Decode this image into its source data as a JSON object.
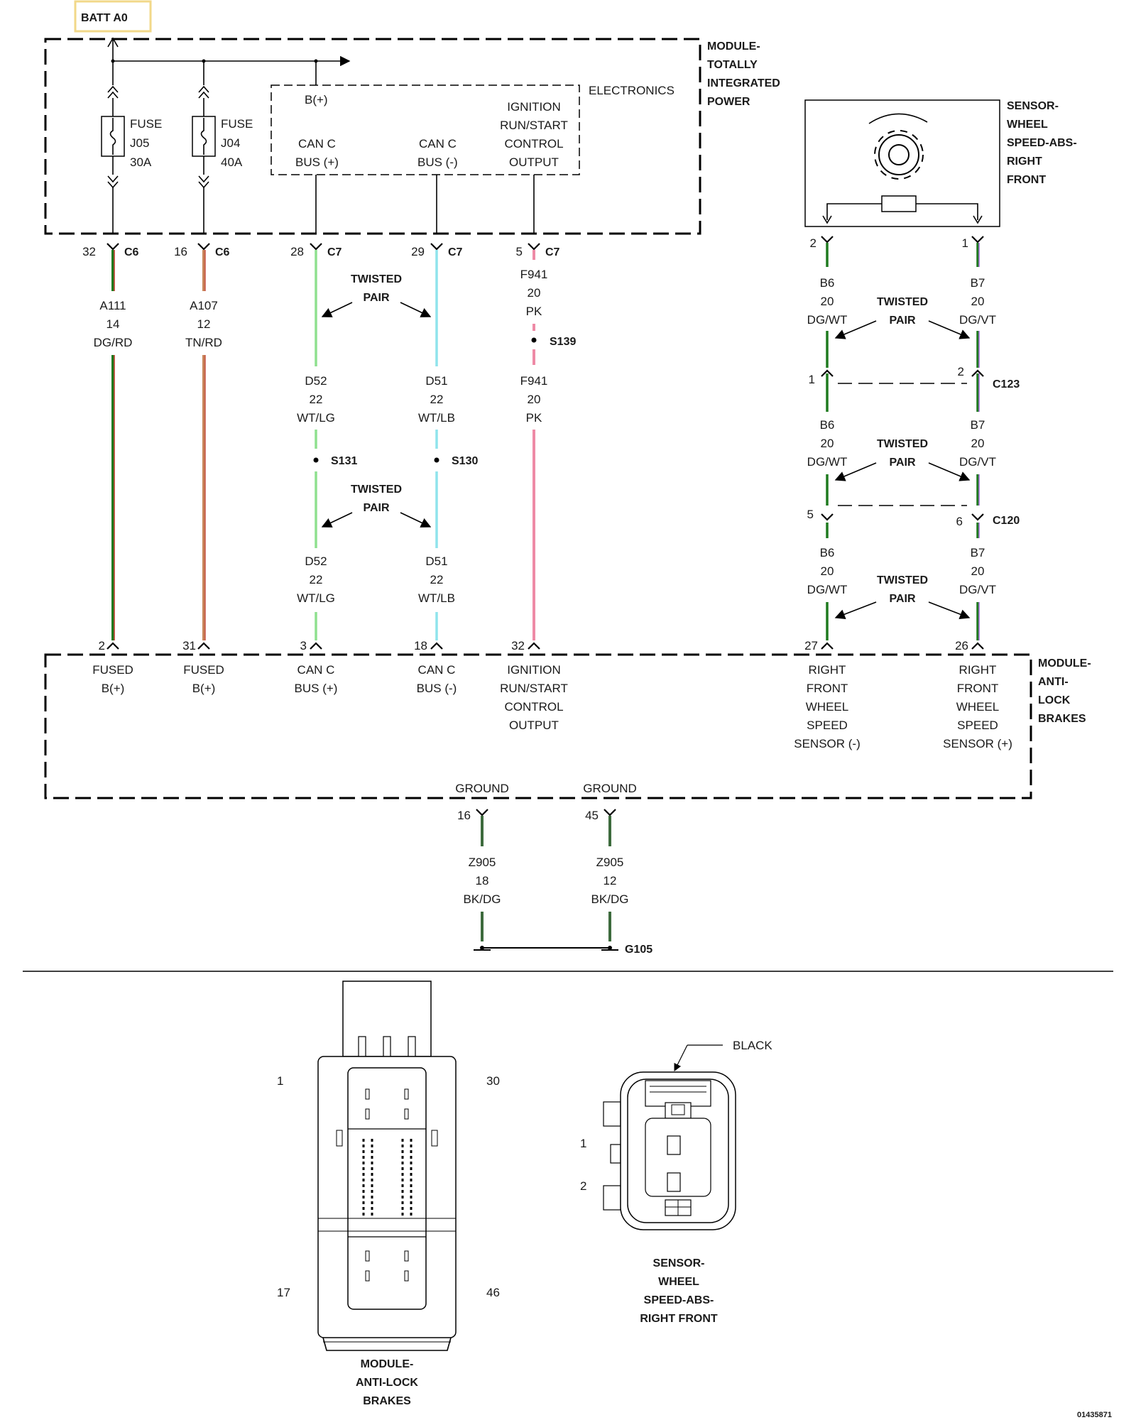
{
  "batt_label": "BATT A0",
  "tipm": {
    "title": [
      "MODULE-",
      "TOTALLY",
      "INTEGRATED",
      "POWER"
    ],
    "electronics": "ELECTRONICS",
    "bplus": "B(+)",
    "ign": [
      "IGNITION",
      "RUN/START",
      "CONTROL",
      "OUTPUT"
    ],
    "canp": [
      "CAN C",
      "BUS (+)"
    ],
    "canm": [
      "CAN C",
      "BUS (-)"
    ],
    "fuse1": [
      "FUSE",
      "J05",
      "30A"
    ],
    "fuse2": [
      "FUSE",
      "J04",
      "40A"
    ]
  },
  "sensor_box_title": [
    "SENSOR-",
    "WHEEL",
    "SPEED-ABS-",
    "RIGHT",
    "FRONT"
  ],
  "connectors": {
    "c6": "C6",
    "c7": "C7",
    "c123": "C123",
    "c120": "C120",
    "s139": "S139",
    "s131": "S131",
    "s130": "S130",
    "g105": "G105"
  },
  "pins": {
    "w1_top": "32",
    "w2_top": "16",
    "w3_top": "28",
    "w4_top": "29",
    "w5_top": "5",
    "s_left_top": "2",
    "s_right_top": "1",
    "c123_left": "1",
    "c123_right": "2",
    "c120_left": "5",
    "c120_right": "6",
    "w1_bot": "2",
    "w2_bot": "31",
    "w3_bot": "3",
    "w4_bot": "18",
    "w5_bot": "32",
    "s_left_bot": "27",
    "s_right_bot": "26",
    "g1": "16",
    "g2": "45"
  },
  "wires": {
    "a111": [
      "A111",
      "14",
      "DG/RD"
    ],
    "a107": [
      "A107",
      "12",
      "TN/RD"
    ],
    "f941a": [
      "F941",
      "20",
      "PK"
    ],
    "f941b": [
      "F941",
      "20",
      "PK"
    ],
    "d52a": [
      "D52",
      "22",
      "WT/LG"
    ],
    "d51a": [
      "D51",
      "22",
      "WT/LB"
    ],
    "d52b": [
      "D52",
      "22",
      "WT/LG"
    ],
    "d51b": [
      "D51",
      "22",
      "WT/LB"
    ],
    "b6a": [
      "B6",
      "20",
      "DG/WT"
    ],
    "b7a": [
      "B7",
      "20",
      "DG/VT"
    ],
    "b6b": [
      "B6",
      "20",
      "DG/WT"
    ],
    "b7b": [
      "B7",
      "20",
      "DG/VT"
    ],
    "b6c": [
      "B6",
      "20",
      "DG/WT"
    ],
    "b7c": [
      "B7",
      "20",
      "DG/VT"
    ],
    "z905a": [
      "Z905",
      "18",
      "BK/DG"
    ],
    "z905b": [
      "Z905",
      "12",
      "BK/DG"
    ]
  },
  "twisted": [
    "TWISTED",
    "PAIR"
  ],
  "abs": {
    "title": [
      "MODULE-",
      "ANTI-",
      "LOCK",
      "BRAKES"
    ],
    "fused1": [
      "FUSED",
      "B(+)"
    ],
    "fused2": [
      "FUSED",
      "B(+)"
    ],
    "canp": [
      "CAN C",
      "BUS (+)"
    ],
    "canm": [
      "CAN C",
      "BUS (-)"
    ],
    "ign": [
      "IGNITION",
      "RUN/START",
      "CONTROL",
      "OUTPUT"
    ],
    "rfm": [
      "RIGHT",
      "FRONT",
      "WHEEL",
      "SPEED",
      "SENSOR (-)"
    ],
    "rfp": [
      "RIGHT",
      "FRONT",
      "WHEEL",
      "SPEED",
      "SENSOR (+)"
    ],
    "ground1": "GROUND",
    "ground2": "GROUND"
  },
  "connector_views": {
    "abs_pins": [
      "1",
      "30",
      "17",
      "46"
    ],
    "abs_name": [
      "MODULE-",
      "ANTI-LOCK",
      "BRAKES"
    ],
    "sensor_pins": [
      "1",
      "2"
    ],
    "sensor_name": [
      "SENSOR-",
      "WHEEL",
      "SPEED-ABS-",
      "RIGHT FRONT"
    ],
    "black": "BLACK"
  },
  "doc_id": "01435871",
  "colors": {
    "dark_green": "#1f7a1f",
    "red": "#c0392b",
    "tan": "#c8845a",
    "light_green": "#8fe08f",
    "light_blue": "#8fe4ec",
    "pink": "#ee8aa6",
    "violet": "#a26ad6",
    "black": "#000000",
    "batt_border": "#f2d889"
  }
}
